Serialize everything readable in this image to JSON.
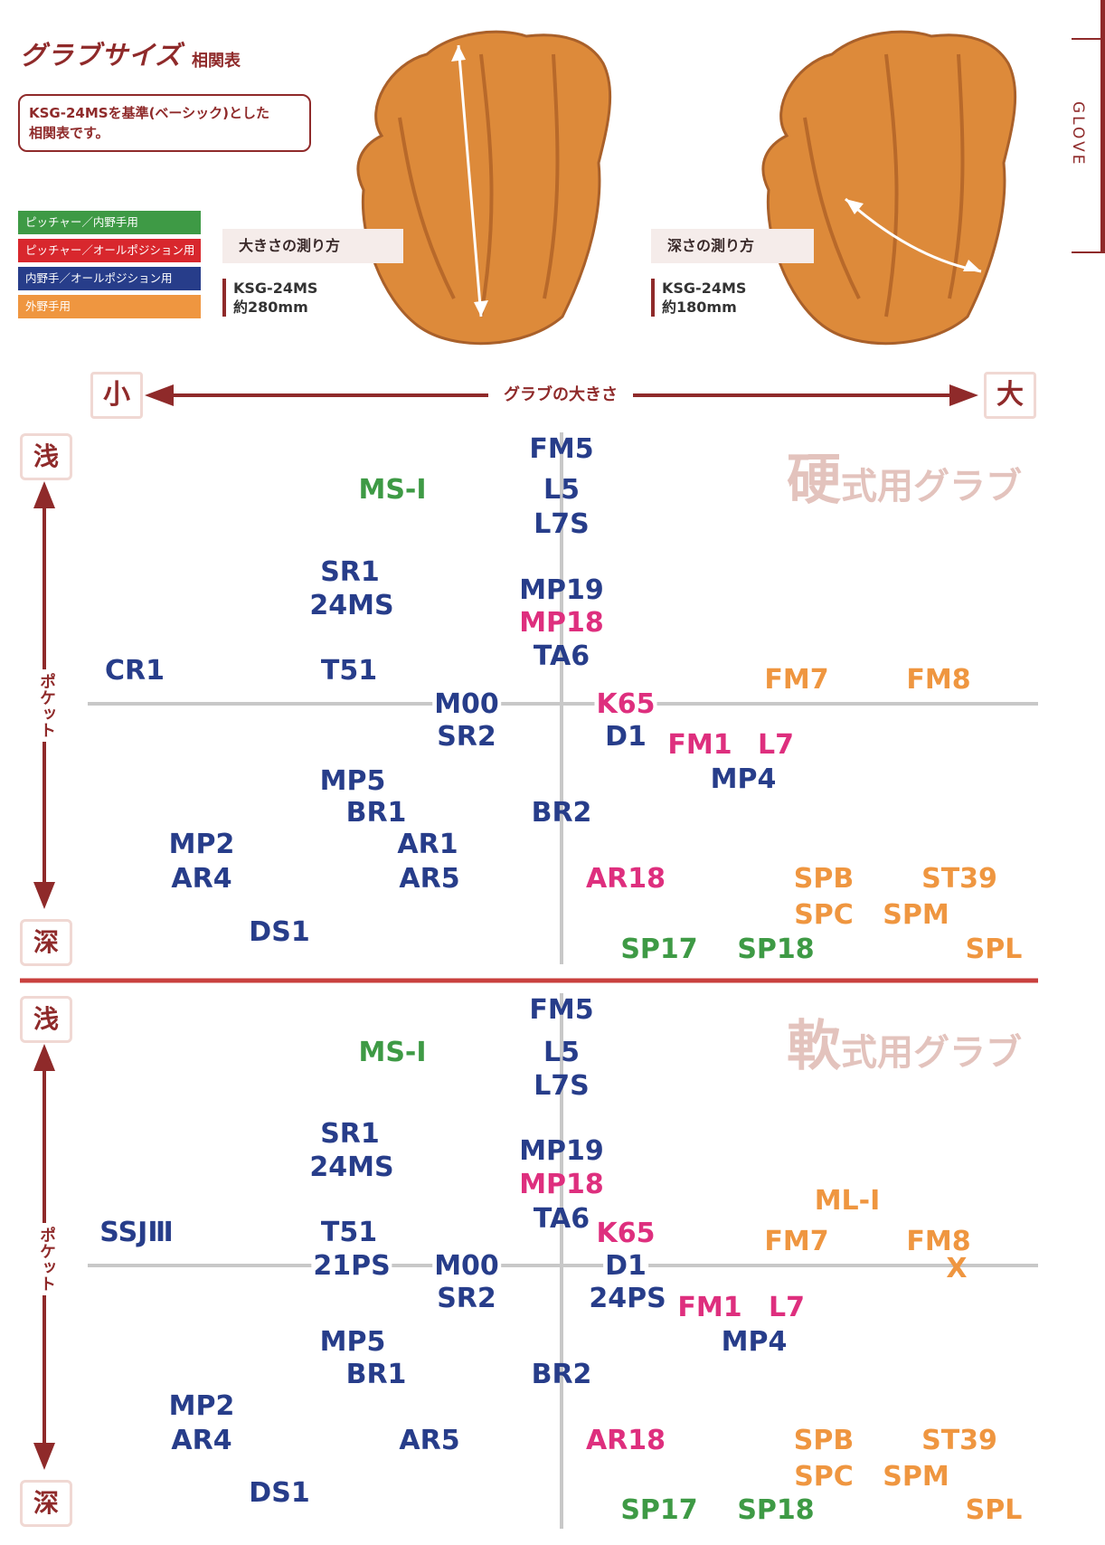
{
  "header": {
    "title": "グラブサイズ",
    "subtitle": "相関表",
    "note": [
      "KSG-24MSを基準(ベーシック)とした",
      "相関表です。"
    ],
    "side_tab": "GLOVE"
  },
  "legend": [
    {
      "label": "ピッチャー／内野手用",
      "color": "#3e9a45"
    },
    {
      "label": "ピッチャー／オールポジション用",
      "color": "#d8272d"
    },
    {
      "label": "内野手／オールポジション用",
      "color": "#273d8a"
    },
    {
      "label": "外野手用",
      "color": "#ef9640"
    }
  ],
  "measure": {
    "size": {
      "label": "大きさの測り方",
      "model": "KSG-24MS",
      "value": "約280mm"
    },
    "depth": {
      "label": "深さの測り方",
      "model": "KSG-24MS",
      "value": "約180mm"
    }
  },
  "axis": {
    "small": "小",
    "large": "大",
    "size_label": "グラブの大きさ",
    "shallow": "浅",
    "deep": "深",
    "pocket": "ポケット"
  },
  "colors": {
    "brand": "#8f2a2a",
    "blue": "#273d8a",
    "pink": "#de2f7e",
    "green": "#3e9a45",
    "orange": "#ef9640",
    "title_faint": "#e3c3bd"
  },
  "hard": {
    "title_big": "硬",
    "title_rest": "式用グラブ",
    "items": [
      {
        "text": "FM5",
        "color": "blue"
      },
      {
        "text": "MS-I",
        "color": "green"
      },
      {
        "text": "L5",
        "color": "blue"
      },
      {
        "text": "L7S",
        "color": "blue"
      },
      {
        "text": "SR1",
        "color": "blue"
      },
      {
        "text": "24MS",
        "color": "blue"
      },
      {
        "text": "MP19",
        "color": "blue"
      },
      {
        "text": "MP18",
        "color": "pink"
      },
      {
        "text": "TA6",
        "color": "blue"
      },
      {
        "text": "CR1",
        "color": "blue"
      },
      {
        "text": "T51",
        "color": "blue"
      },
      {
        "text": "FM7",
        "color": "orange"
      },
      {
        "text": "FM8",
        "color": "orange"
      },
      {
        "text": "M00",
        "color": "blue"
      },
      {
        "text": "K65",
        "color": "pink"
      },
      {
        "text": "SR2",
        "color": "blue"
      },
      {
        "text": "D1",
        "color": "blue"
      },
      {
        "text": "FM1",
        "color": "pink"
      },
      {
        "text": "L7",
        "color": "pink"
      },
      {
        "text": "MP4",
        "color": "blue"
      },
      {
        "text": "MP5",
        "color": "blue"
      },
      {
        "text": "BR1",
        "color": "blue"
      },
      {
        "text": "BR2",
        "color": "blue"
      },
      {
        "text": "MP2",
        "color": "blue"
      },
      {
        "text": "AR1",
        "color": "blue"
      },
      {
        "text": "AR4",
        "color": "blue"
      },
      {
        "text": "AR5",
        "color": "blue"
      },
      {
        "text": "AR18",
        "color": "pink"
      },
      {
        "text": "SPB",
        "color": "orange"
      },
      {
        "text": "ST39",
        "color": "orange"
      },
      {
        "text": "SPC",
        "color": "orange"
      },
      {
        "text": "SPM",
        "color": "orange"
      },
      {
        "text": "DS1",
        "color": "blue"
      },
      {
        "text": "SP17",
        "color": "green"
      },
      {
        "text": "SP18",
        "color": "green"
      },
      {
        "text": "SPL",
        "color": "orange"
      }
    ]
  },
  "soft": {
    "title_big": "軟",
    "title_rest": "式用グラブ",
    "items": [
      {
        "text": "FM5",
        "color": "blue"
      },
      {
        "text": "MS-I",
        "color": "green"
      },
      {
        "text": "L5",
        "color": "blue"
      },
      {
        "text": "L7S",
        "color": "blue"
      },
      {
        "text": "SR1",
        "color": "blue"
      },
      {
        "text": "24MS",
        "color": "blue"
      },
      {
        "text": "MP19",
        "color": "blue"
      },
      {
        "text": "MP18",
        "color": "pink"
      },
      {
        "text": "ML-I",
        "color": "orange"
      },
      {
        "text": "TA6",
        "color": "blue"
      },
      {
        "text": "SSJⅢ",
        "color": "blue"
      },
      {
        "text": "T51",
        "color": "blue"
      },
      {
        "text": "K65",
        "color": "pink"
      },
      {
        "text": "FM7",
        "color": "orange"
      },
      {
        "text": "FM8",
        "color": "orange"
      },
      {
        "text": "21PS",
        "color": "blue"
      },
      {
        "text": "M00",
        "color": "blue"
      },
      {
        "text": "D1",
        "color": "blue"
      },
      {
        "text": "X",
        "color": "orange"
      },
      {
        "text": "SR2",
        "color": "blue"
      },
      {
        "text": "24PS",
        "color": "blue"
      },
      {
        "text": "FM1",
        "color": "pink"
      },
      {
        "text": "L7",
        "color": "pink"
      },
      {
        "text": "MP5",
        "color": "blue"
      },
      {
        "text": "MP4",
        "color": "blue"
      },
      {
        "text": "BR1",
        "color": "blue"
      },
      {
        "text": "BR2",
        "color": "blue"
      },
      {
        "text": "MP2",
        "color": "blue"
      },
      {
        "text": "AR4",
        "color": "blue"
      },
      {
        "text": "AR5",
        "color": "blue"
      },
      {
        "text": "AR18",
        "color": "pink"
      },
      {
        "text": "SPB",
        "color": "orange"
      },
      {
        "text": "ST39",
        "color": "orange"
      },
      {
        "text": "SPC",
        "color": "orange"
      },
      {
        "text": "SPM",
        "color": "orange"
      },
      {
        "text": "DS1",
        "color": "blue"
      },
      {
        "text": "SP17",
        "color": "green"
      },
      {
        "text": "SP18",
        "color": "green"
      },
      {
        "text": "SPL",
        "color": "orange"
      }
    ]
  }
}
